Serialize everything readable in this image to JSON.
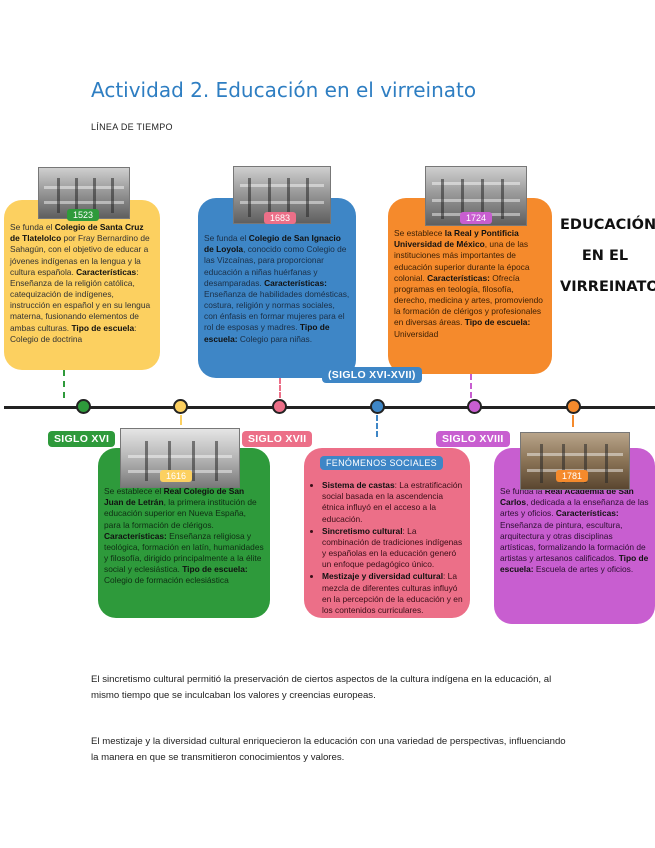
{
  "title": "Actividad 2. Educación en el virreinato",
  "subtitle": "LÍNEA DE TIEMPO",
  "side_title": [
    "EDUCACIÓN",
    "EN EL",
    "VIRREINATO"
  ],
  "central_label": "(SIGLO XVI-XVII)",
  "centuries": {
    "xvi": "SIGLO XVI",
    "xvii": "SIGLO XVII",
    "xviii": "SIGLO XVIII"
  },
  "events": [
    {
      "year": "1523",
      "pre": "Se funda el ",
      "name": "Colegio de Santa Cruz de Tlatelolco",
      "desc": " por Fray Bernardino de Sahagún, con el objetivo de educar a jóvenes indígenas en la lengua y la cultura española.",
      "char_label": "Características",
      "char_text": ": Enseñanza de la religión católica, catequización de indígenes, instrucción en español y en su lengua materna, fusionando elementos de ambas culturas.",
      "type_label": "Tipo de escuela",
      "type_text": ": Colegio de doctrina"
    },
    {
      "year": "1683",
      "pre": "Se funda el ",
      "name": "Colegio de San Ignacio de Loyola",
      "desc": ", conocido como Colegio de las Vizcaínas, para proporcionar educación a niñas huérfanas y desamparadas.",
      "char_label": "Características:",
      "char_text": " Enseñanza de habilidades domésticas, costura, religión y normas sociales, con énfasis en formar mujeres para el rol de esposas y madres.",
      "type_label": "Tipo de escuela:",
      "type_text": " Colegio para niñas."
    },
    {
      "year": "1724",
      "pre": "Se establece ",
      "name": "la Real y Pontificia Universidad de México",
      "desc": ", una de las instituciones más importantes de educación superior durante la época colonial.",
      "char_label": "Características:",
      "char_text": " Ofrecía programas en teología, filosofía, derecho, medicina y artes, promoviendo la formación de clérigos y profesionales en diversas áreas.",
      "type_label": "Tipo de escuela:",
      "type_text": " Universidad"
    },
    {
      "year": "1616",
      "pre": "Se establece el ",
      "name": "Real Colegio de San Juan de Letrán",
      "desc": ", la primera institución de educación superior en Nueva España, para la formación de clérigos.",
      "char_label": "Características:",
      "char_text": " Enseñanza religiosa y teológica, formación en latín, humanidades y filosofía, dirigido principalmente a la élite social y eclesiástica.",
      "type_label": "Tipo de escuela:",
      "type_text": " Colegio de formación eclesiástica"
    },
    {
      "year": "1781",
      "pre": " Se funda la ",
      "name": "Real Academia de San Carlos",
      "desc": ", dedicada a la enseñanza de las artes y oficios.",
      "char_label": "Características:",
      "char_text": " Enseñanza de pintura, escultura, arquitectura y otras disciplinas artísticas, formalizando la formación de artistas y artesanos calificados.",
      "type_label": "Tipo de escuela:",
      "type_text": " Escuela de artes y oficios."
    }
  ],
  "fenomenos": {
    "heading": "FENÓMENOS SOCIALES",
    "items": [
      {
        "label": "Sistema de castas",
        "text": ": La estratificación social basada en la ascendencia étnica influyó en el acceso a la educación."
      },
      {
        "label": "Sincretismo cultural",
        "text": ": La combinación de tradiciones indígenas y españolas en la educación generó un enfoque pedagógico único."
      },
      {
        "label": "Mestizaje y diversidad cultural",
        "text": ": La mezcla de diferentes culturas influyó en la percepción de la educación y en los contenidos curriculares."
      }
    ]
  },
  "paragraphs": [
    "El sincretismo cultural permitió la preservación de ciertos aspectos de la cultura indígena en la educación, al mismo tiempo que se inculcaban los valores y creencias europeas.",
    "El mestizaje y la diversidad cultural enriquecieron la educación con una variedad de perspectivas, influenciando la manera en que se transmitieron conocimientos y valores."
  ],
  "colors": {
    "title": "#2e7ec2",
    "yellow": "#fcd060",
    "blue": "#3e86c6",
    "orange": "#f58a2c",
    "green": "#2e9a3b",
    "pink": "#ec6f88",
    "purple": "#c85ed0",
    "timeline": "#222222"
  }
}
